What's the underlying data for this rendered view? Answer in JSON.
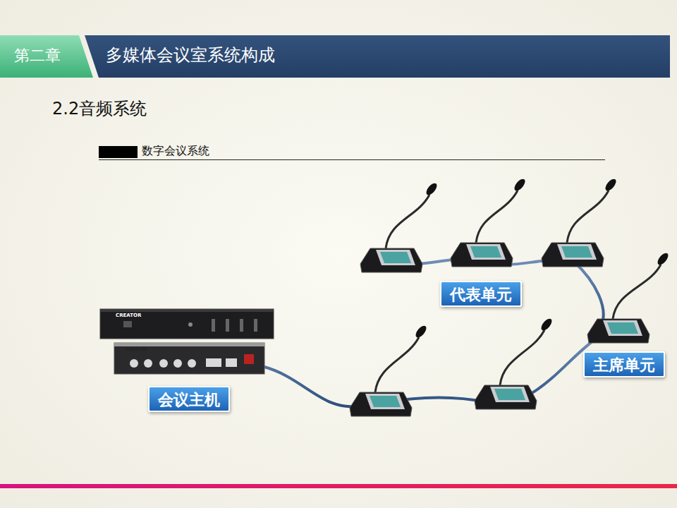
{
  "diagram": {
    "title": "多媒体会议室系统构成",
    "nodes": [
      {
        "text": [
          "代表单元"
        ]
      },
      {
        "text": [
          "主席单元"
        ]
      },
      {
        "text": [
          "会议主机"
        ]
      }
    ],
    "labels": [
      "第二章",
      "2.2音频系统",
      "数字会议系统",
      "CREATOR",
      "CREATOR"
    ]
  }
}
